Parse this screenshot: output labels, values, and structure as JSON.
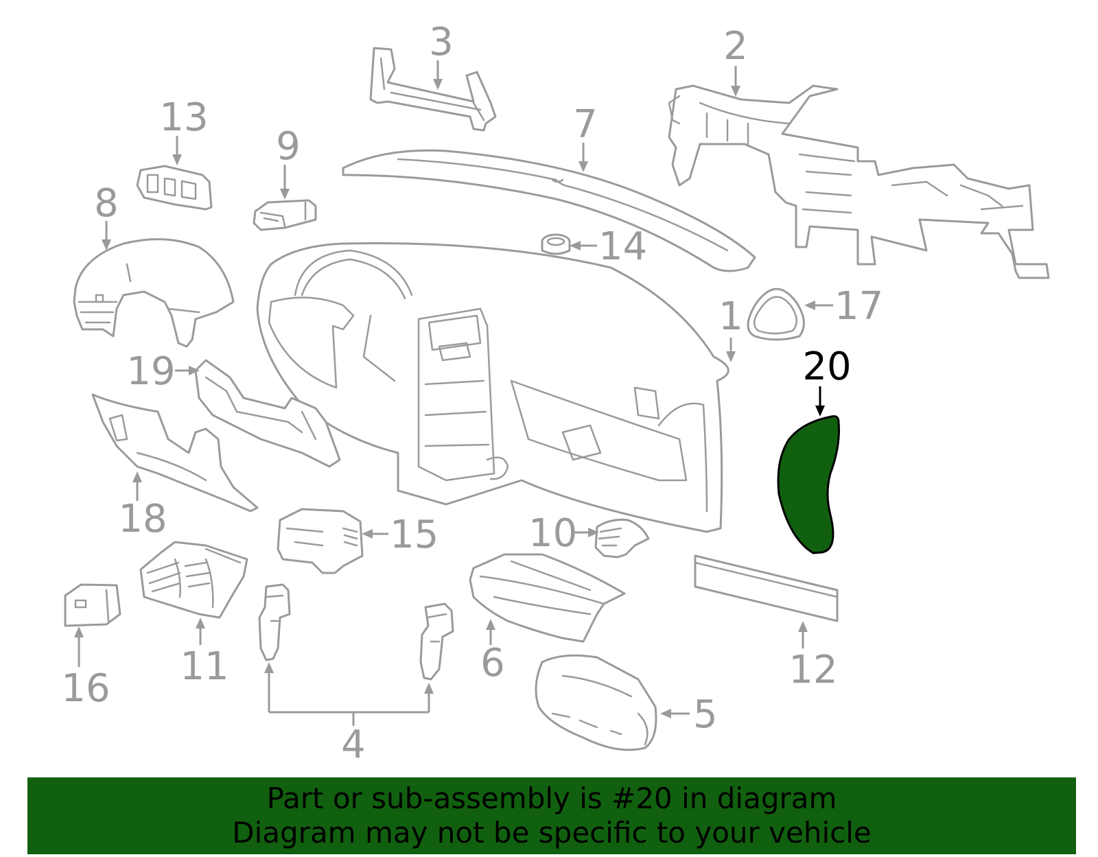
{
  "callouts": {
    "c1": "1",
    "c2": "2",
    "c3": "3",
    "c4": "4",
    "c5": "5",
    "c6": "6",
    "c7": "7",
    "c8": "8",
    "c9": "9",
    "c10": "10",
    "c11": "11",
    "c12": "12",
    "c13": "13",
    "c14": "14",
    "c15": "15",
    "c16": "16",
    "c17": "17",
    "c18": "18",
    "c19": "19",
    "c20": "20"
  },
  "highlight": {
    "part": "20",
    "color": "#11600f"
  },
  "banner": {
    "line1": "Part or sub-assembly is #20 in diagram",
    "line2": "Diagram may not be specific to your vehicle",
    "color": "#11600f"
  }
}
